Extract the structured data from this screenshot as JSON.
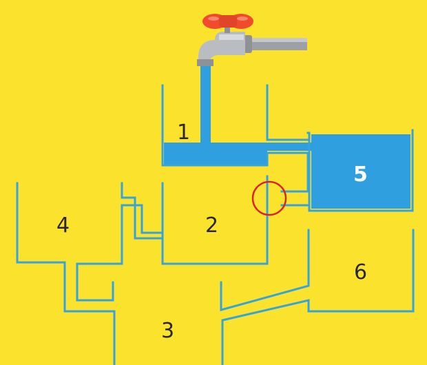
{
  "puzzle": {
    "containers": [
      {
        "id": "container-1",
        "label": "1",
        "state": "filling"
      },
      {
        "id": "container-2",
        "label": "2",
        "state": "empty"
      },
      {
        "id": "container-3",
        "label": "3",
        "state": "empty"
      },
      {
        "id": "container-4",
        "label": "4",
        "state": "empty"
      },
      {
        "id": "container-5",
        "label": "5",
        "state": "full"
      },
      {
        "id": "container-6",
        "label": "6",
        "state": "empty"
      }
    ],
    "highlight": "blocked-pipe-circle",
    "colors": {
      "background": "#fbe22c",
      "water": "#2f9fe0",
      "pipe_outline": "#35a4dd",
      "label_text": "#2b2640",
      "highlight_circle": "#d8232a",
      "faucet_handle": "#ef4b2c",
      "faucet_body": "#b8bcc2"
    },
    "icons": [
      "faucet-icon",
      "water-stream"
    ]
  }
}
